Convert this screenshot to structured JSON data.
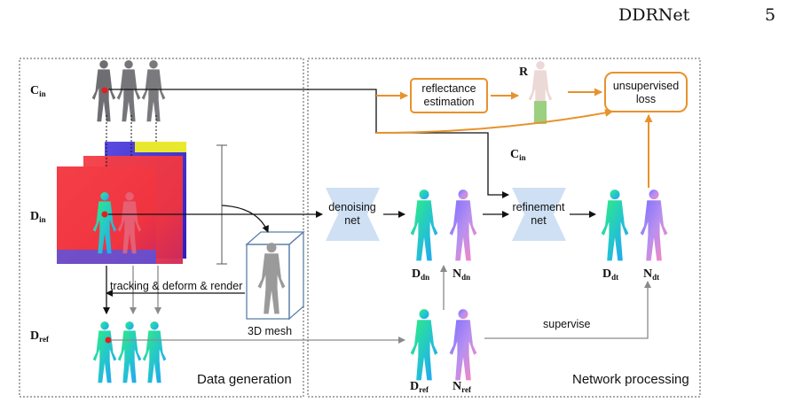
{
  "header": {
    "title": "DDRNet",
    "page_number": "5"
  },
  "panels": {
    "left_title": "Data generation",
    "right_title": "Network processing"
  },
  "row_labels": {
    "cin": {
      "base": "C",
      "sub": "in"
    },
    "din": {
      "base": "D",
      "sub": "in"
    },
    "dref": {
      "base": "D",
      "sub": "ref"
    }
  },
  "boxes": {
    "reflectance": [
      "reflectance",
      "estimation"
    ],
    "unsupervised": [
      "unsupervised",
      "loss"
    ],
    "denoising": [
      "denoising",
      "net"
    ],
    "refinement": [
      "refinement",
      "net"
    ]
  },
  "symbols": {
    "r": "R",
    "cin2": {
      "base": "C",
      "sub": "in"
    },
    "ddn": {
      "base": "D",
      "sub": "dn"
    },
    "ndn": {
      "base": "N",
      "sub": "dn"
    },
    "ddt": {
      "base": "D",
      "sub": "dt"
    },
    "ndt": {
      "base": "N",
      "sub": "dt"
    },
    "dref2": {
      "base": "D",
      "sub": "ref"
    },
    "nref": {
      "base": "N",
      "sub": "ref"
    }
  },
  "annotations": {
    "tracking": "tracking & deform & render",
    "mesh": "3D mesh",
    "supervise": "supervise"
  },
  "colors": {
    "orange": "#e8922c",
    "gray": "#8a8a8a",
    "net_blue": "#cfe0f4",
    "depth_red": "#f03a44"
  }
}
